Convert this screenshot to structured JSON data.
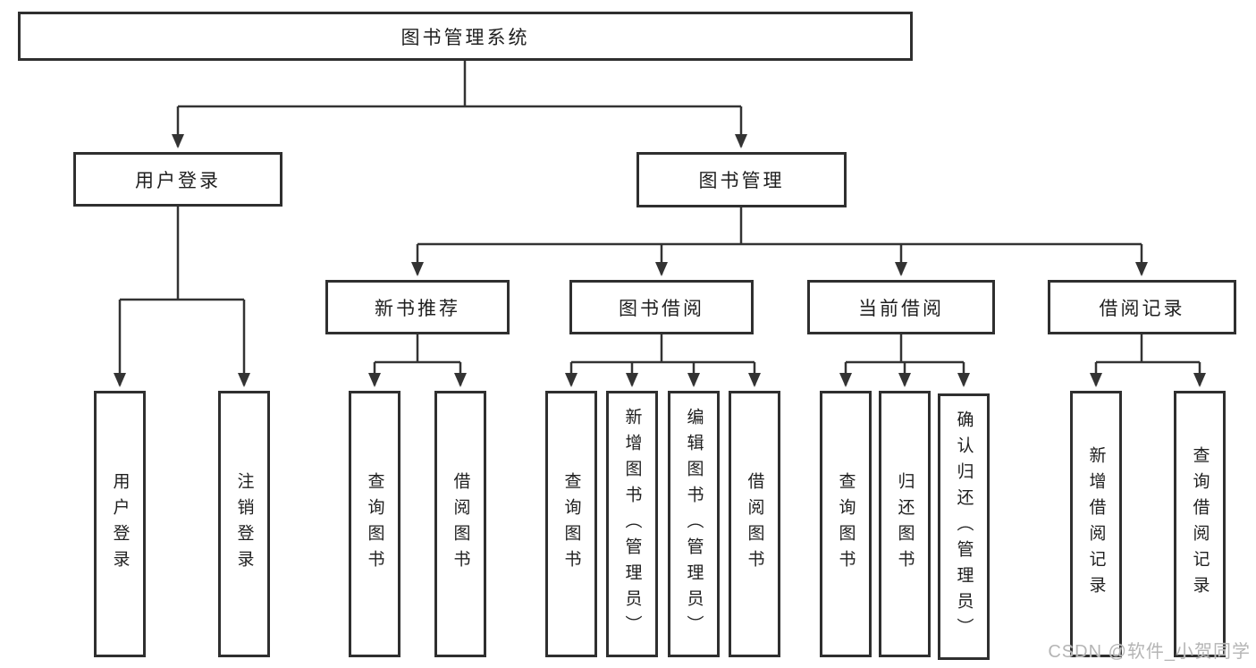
{
  "tree": {
    "root": {
      "label": "图书管理系统"
    },
    "branches": [
      {
        "label": "用户登录",
        "children": [
          {
            "label": "用户登录"
          },
          {
            "label": "注销登录"
          }
        ]
      },
      {
        "label": "图书管理",
        "groups": [
          {
            "label": "新书推荐",
            "children": [
              {
                "label": "查询图书"
              },
              {
                "label": "借阅图书"
              }
            ]
          },
          {
            "label": "图书借阅",
            "children": [
              {
                "label": "查询图书"
              },
              {
                "label": "新增图书（管理员）"
              },
              {
                "label": "编辑图书（管理员）"
              },
              {
                "label": "借阅图书"
              }
            ]
          },
          {
            "label": "当前借阅",
            "children": [
              {
                "label": "查询图书"
              },
              {
                "label": "归还图书"
              },
              {
                "label": "确认归还（管理员）"
              }
            ]
          },
          {
            "label": "借阅记录",
            "children": [
              {
                "label": "新增借阅记录"
              },
              {
                "label": "查询借阅记录"
              }
            ]
          }
        ]
      }
    ]
  },
  "watermark": {
    "text": "CSDN @软件_小贺同学"
  },
  "colors": {
    "line": "#333333",
    "box_border": "#2f2f2f",
    "background": "#ffffff",
    "text": "#1f1f1f",
    "watermark": "#b5b5b5"
  }
}
